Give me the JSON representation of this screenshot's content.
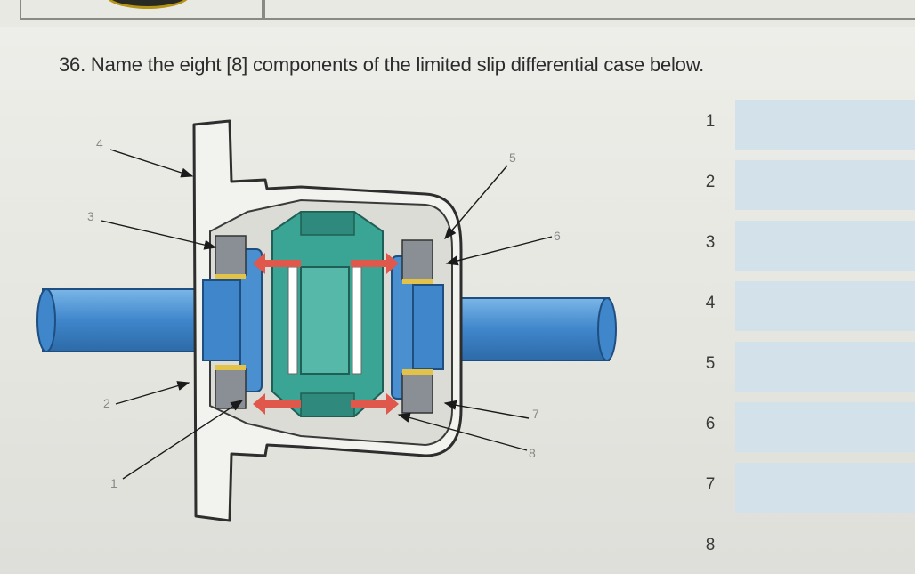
{
  "question": {
    "text": "36. Name the eight [8] components of the limited slip differential case below."
  },
  "answer_rows": [
    {
      "number": "1",
      "value": ""
    },
    {
      "number": "2",
      "value": ""
    },
    {
      "number": "3",
      "value": ""
    },
    {
      "number": "4",
      "value": ""
    },
    {
      "number": "5",
      "value": ""
    },
    {
      "number": "6",
      "value": ""
    },
    {
      "number": "7",
      "value": ""
    },
    {
      "number": "8",
      "value": ""
    }
  ],
  "diagram": {
    "callouts": [
      "4",
      "3",
      "2",
      "1",
      "5",
      "6",
      "7",
      "8"
    ],
    "colors": {
      "axle": "#4a8fd0",
      "case_outline": "#2e2e2e",
      "gear_teal": "#3aa595",
      "clutch_pack": "#8a8f96",
      "force_arrow": "#e0574c",
      "answer_box": "#d3e2ea"
    }
  }
}
